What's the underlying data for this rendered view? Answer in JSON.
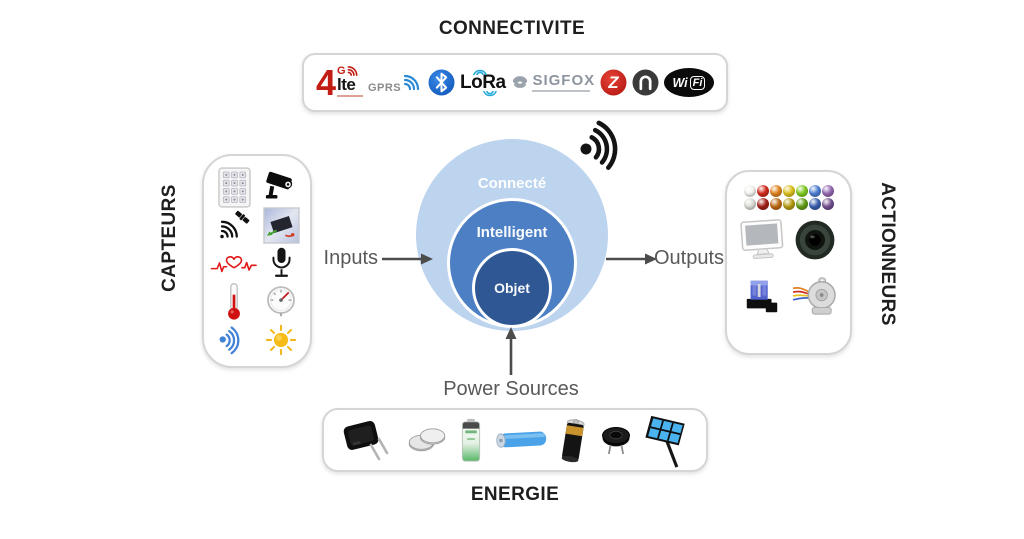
{
  "connectivity": {
    "title": "CONNECTIVITE",
    "logos": {
      "fourg": {
        "four": "4",
        "g": "G",
        "lte": "lte"
      },
      "gprs": {
        "label": "GPRS"
      },
      "bluetooth": {
        "icon": "bluetooth-rune"
      },
      "lora": {
        "label": "LoRa"
      },
      "sigfox": {
        "label": "SIGFOX"
      },
      "zigbee": {
        "label": "Z"
      },
      "nfc": {
        "icon": "nfc-n-mark"
      },
      "wifi": {
        "wi": "Wi",
        "fi": "Fi"
      }
    }
  },
  "sensors": {
    "title": "CAPTEURS",
    "icons": [
      "keypad",
      "cctv-camera",
      "radar-satellite",
      "gyroscope",
      "heartbeat-ecg",
      "microphone",
      "thermometer",
      "pressure-gauge",
      "proximity-signal",
      "sun-light"
    ]
  },
  "actuators": {
    "title": "ACTIONNEURS",
    "icons": [
      "led-array",
      "display-monitor",
      "speaker",
      "relay-module",
      "stepper-motor"
    ],
    "leds": {
      "top": [
        "#f4f3ee",
        "#d12a1c",
        "#e0831c",
        "#ddc11c",
        "#7fca1e",
        "#4f7fd2",
        "#9468b2"
      ],
      "bottom": [
        "#dcdcd6",
        "#a22017",
        "#bd6a13",
        "#b59c13",
        "#629c15",
        "#3a5fae",
        "#74508f"
      ]
    }
  },
  "energy": {
    "title": "ENERGIE",
    "icons": [
      "ac-adapter",
      "coin-cells",
      "aa-battery",
      "li-ion-cell",
      "c-battery",
      "piezo-buzzer",
      "solar-panel"
    ]
  },
  "core": {
    "rings": [
      {
        "label": "Connecté",
        "color": "#bdd4ee"
      },
      {
        "label": "Intelligent",
        "color": "#4d7fc4"
      },
      {
        "label": "Objet",
        "color": "#2e5793"
      }
    ]
  },
  "flows": {
    "inputs": "Inputs",
    "outputs": "Outputs",
    "power": "Power Sources"
  }
}
